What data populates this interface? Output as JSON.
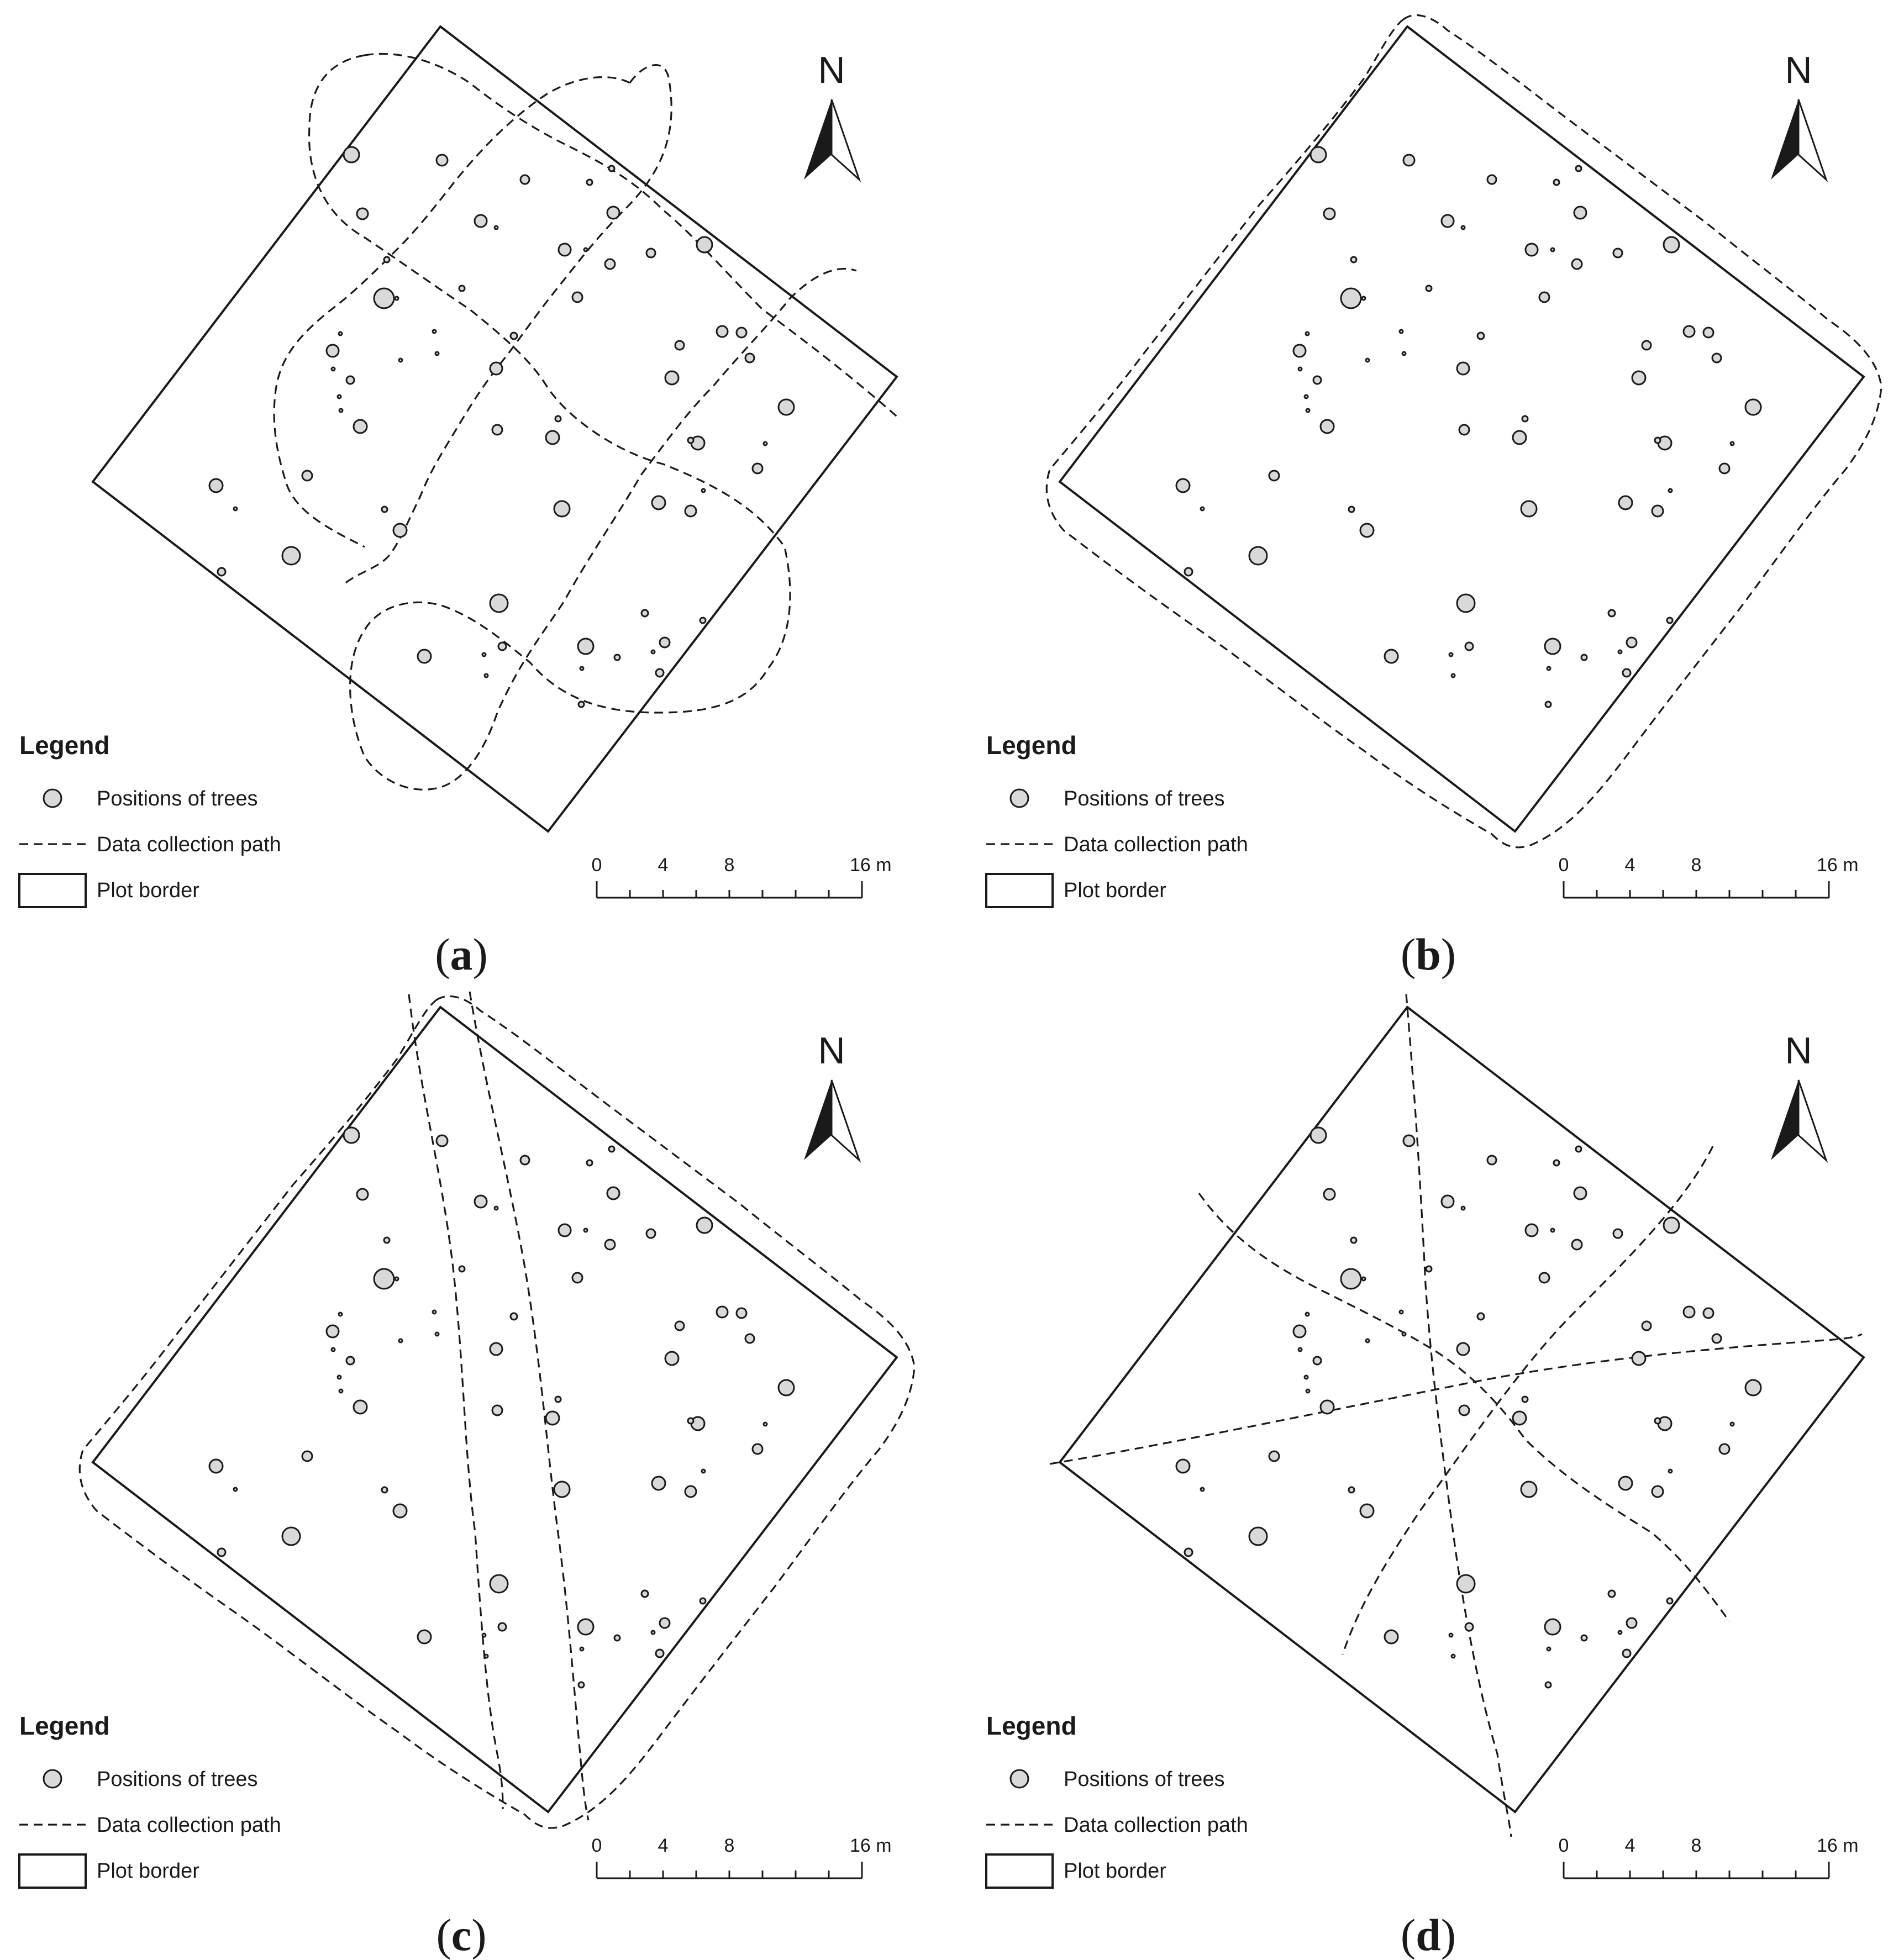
{
  "north_letter": "N",
  "legend": {
    "title": "Legend",
    "trees_label": "Positions of trees",
    "path_label": "Data collection path",
    "border_label": "Plot border"
  },
  "scale": {
    "ticks": [
      "0",
      "4",
      "8",
      "16 m"
    ]
  },
  "panels": [
    {
      "id": "a",
      "letter": "a",
      "path_style": "two-loop figure-eight crossing the plot diagonally"
    },
    {
      "id": "b",
      "letter": "b",
      "path_style": "single loop around the plot border"
    },
    {
      "id": "c",
      "letter": "c",
      "path_style": "loop around the border plus a pass through the middle"
    },
    {
      "id": "d",
      "letter": "d",
      "path_style": "four straight lines crossing at the plot centre"
    }
  ],
  "colors": {
    "tree_fill": "#d9d9d9",
    "line": "#1a1a1a",
    "background": "#ffffff"
  }
}
